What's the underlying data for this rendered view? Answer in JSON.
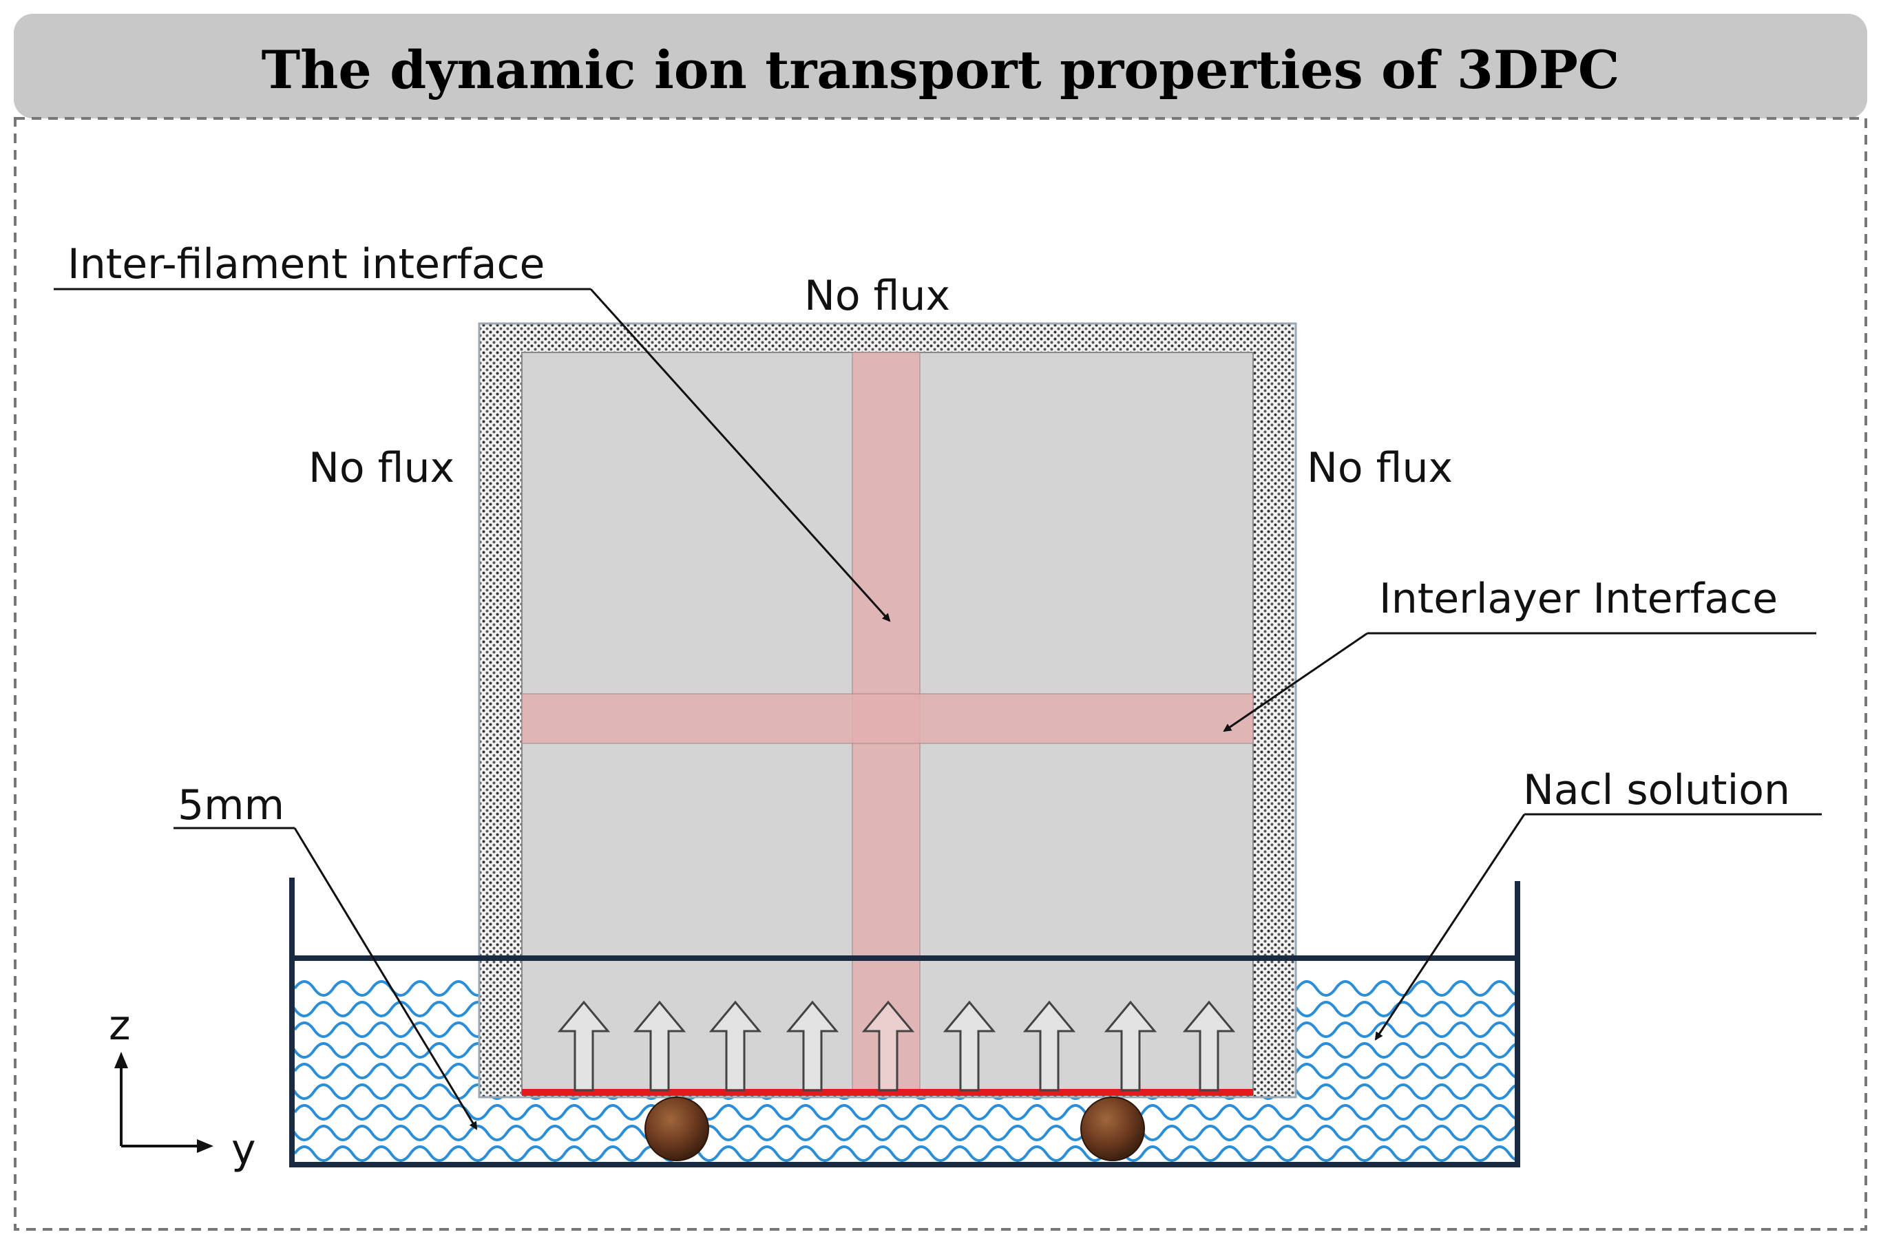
{
  "header": {
    "title": "The dynamic ion transport properties of 3DPC"
  },
  "labels": {
    "inter_filament_interface": "Inter-filament interface",
    "no_flux_top": "No flux",
    "no_flux_left": "No flux",
    "no_flux_right": "No flux",
    "interlayer_interface": "Interlayer Interface",
    "nacl_solution": "Nacl solution",
    "five_mm": "5mm",
    "axis_z": "z",
    "axis_y": "y"
  },
  "colors": {
    "title_bar": "#c8c8c8",
    "specimen": "#d4d4d4",
    "interface_band": "#e3b0b0",
    "exposed_face": "#e31b1b",
    "container": "#1a2a40",
    "water_waves": "#2a8ed8",
    "support_rod": "#6b3a1f"
  },
  "icons": {
    "penetration_arrows": "hollow-up-arrow",
    "supports": "circular-rod-support"
  }
}
